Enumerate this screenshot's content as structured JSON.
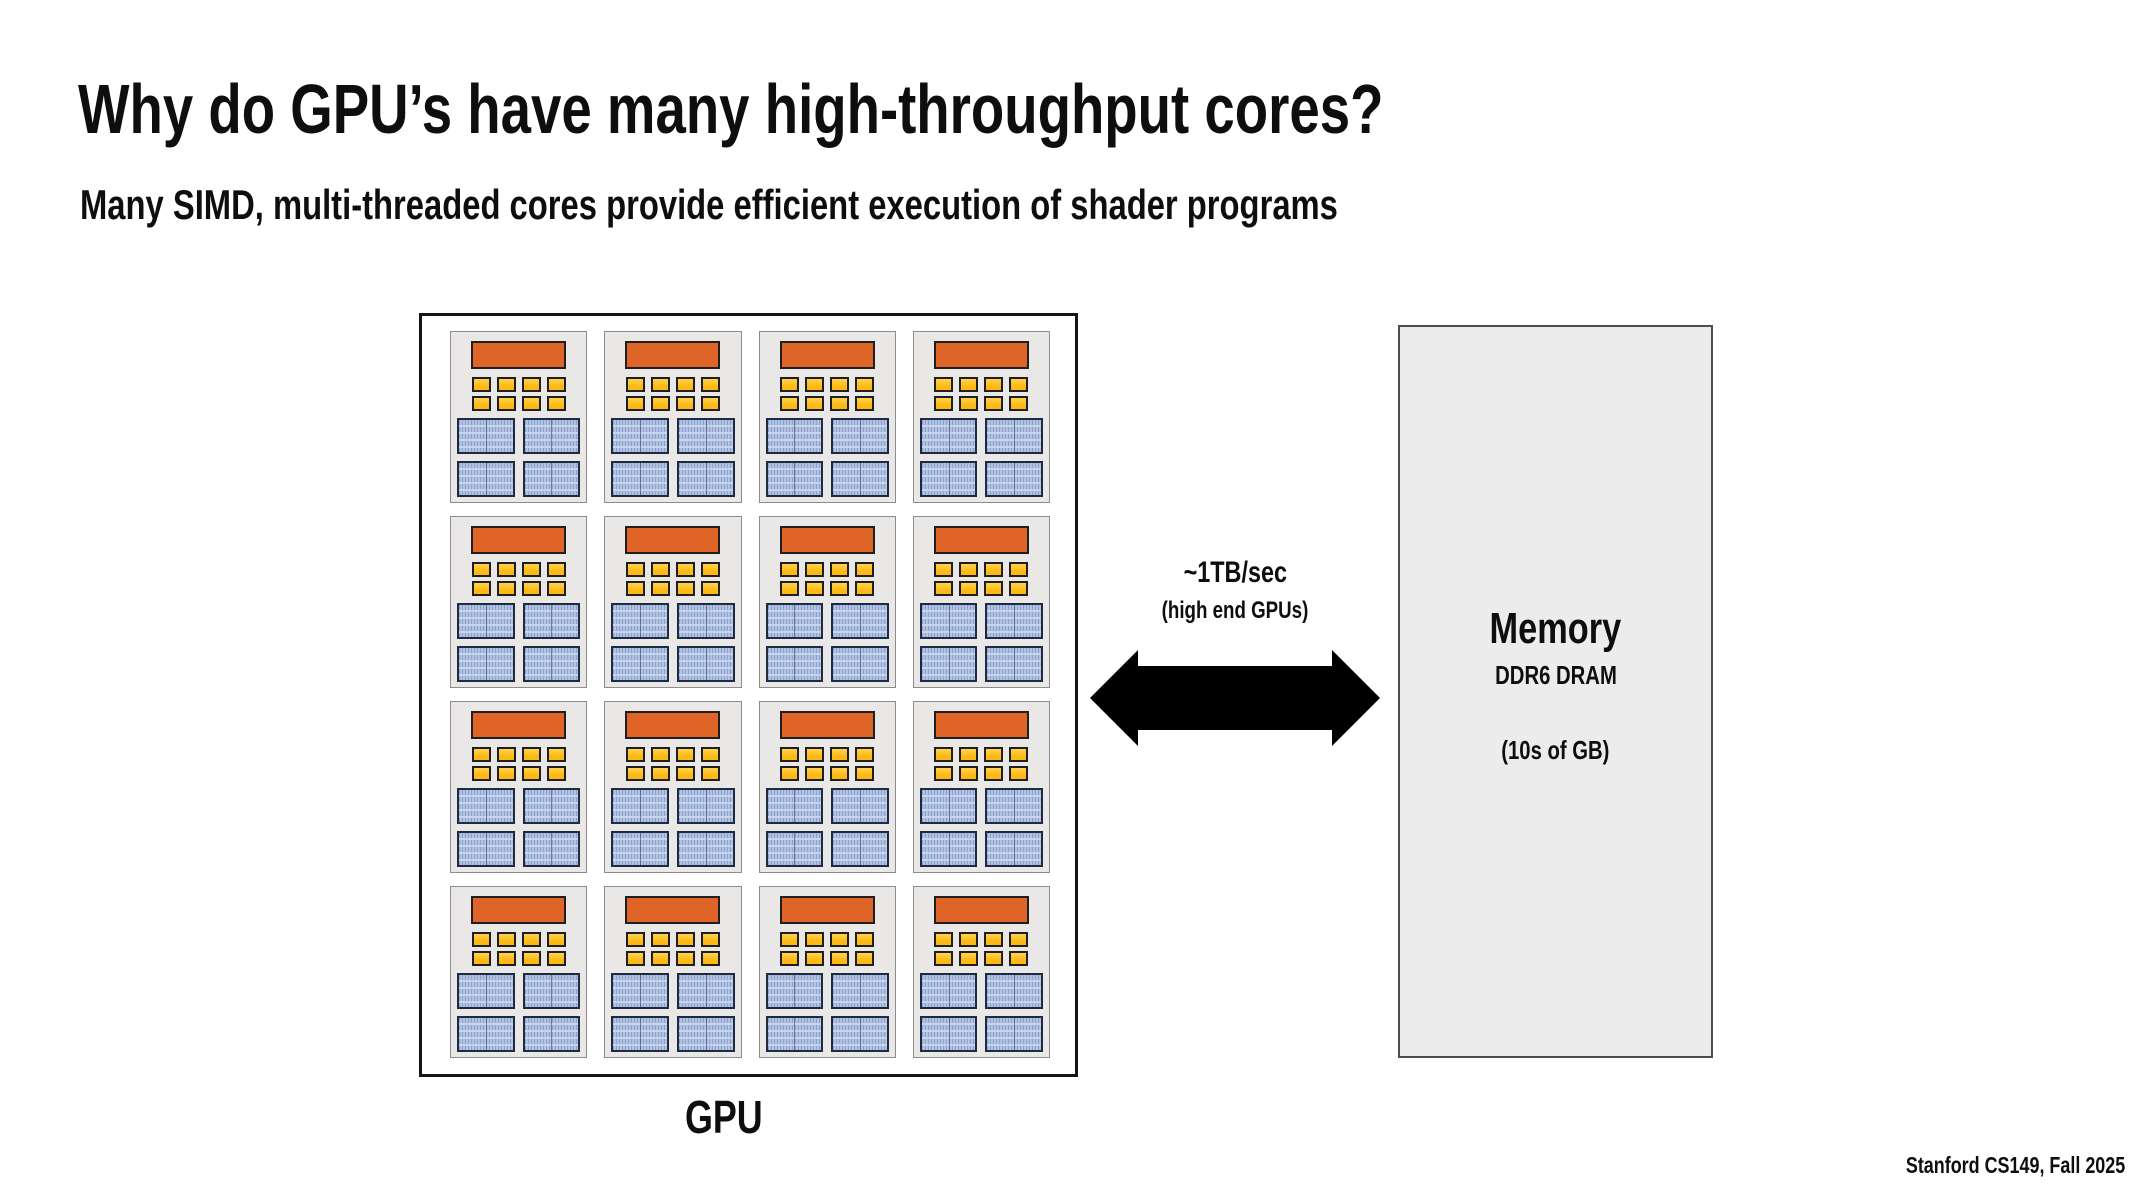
{
  "slide": {
    "title": "Why do GPU’s have many high-throughput cores?",
    "subtitle": "Many SIMD, multi-threaded cores provide efficient execution of shader programs",
    "footer": "Stanford CS149, Fall 2025"
  },
  "gpu": {
    "label": "GPU",
    "grid": {
      "rows": 4,
      "cols": 4
    },
    "core": {
      "fetch_decode_block": "orange-block",
      "alu_grid": {
        "rows": 2,
        "cols": 4
      },
      "context_grid": {
        "rows": 2,
        "cols": 2
      }
    }
  },
  "link": {
    "bandwidth": "~1TB/sec",
    "bandwidth_note": "(high end GPUs)",
    "icon": "double-arrow-icon"
  },
  "memory": {
    "title": "Memory",
    "type": "DDR6 DRAM",
    "capacity": "(10s of GB)"
  },
  "colors": {
    "text": "#0e0e0e",
    "orange": "#de6527",
    "yellow": "#fcb813",
    "yellow_hi": "#ffd34f",
    "unit_border": "#1f1f1f",
    "blue_fill": "#b2c2e2",
    "blue_tick": "#8ba2ce",
    "blue_row": "#c8d4ec",
    "blue_border": "#1e2a40",
    "core_bg": "#e9e8e6",
    "core_border": "#8c8c8c",
    "gpu_border": "#151515",
    "memory_bg": "#ececec",
    "memory_border": "#4d4d4d",
    "arrow": "#000000"
  }
}
